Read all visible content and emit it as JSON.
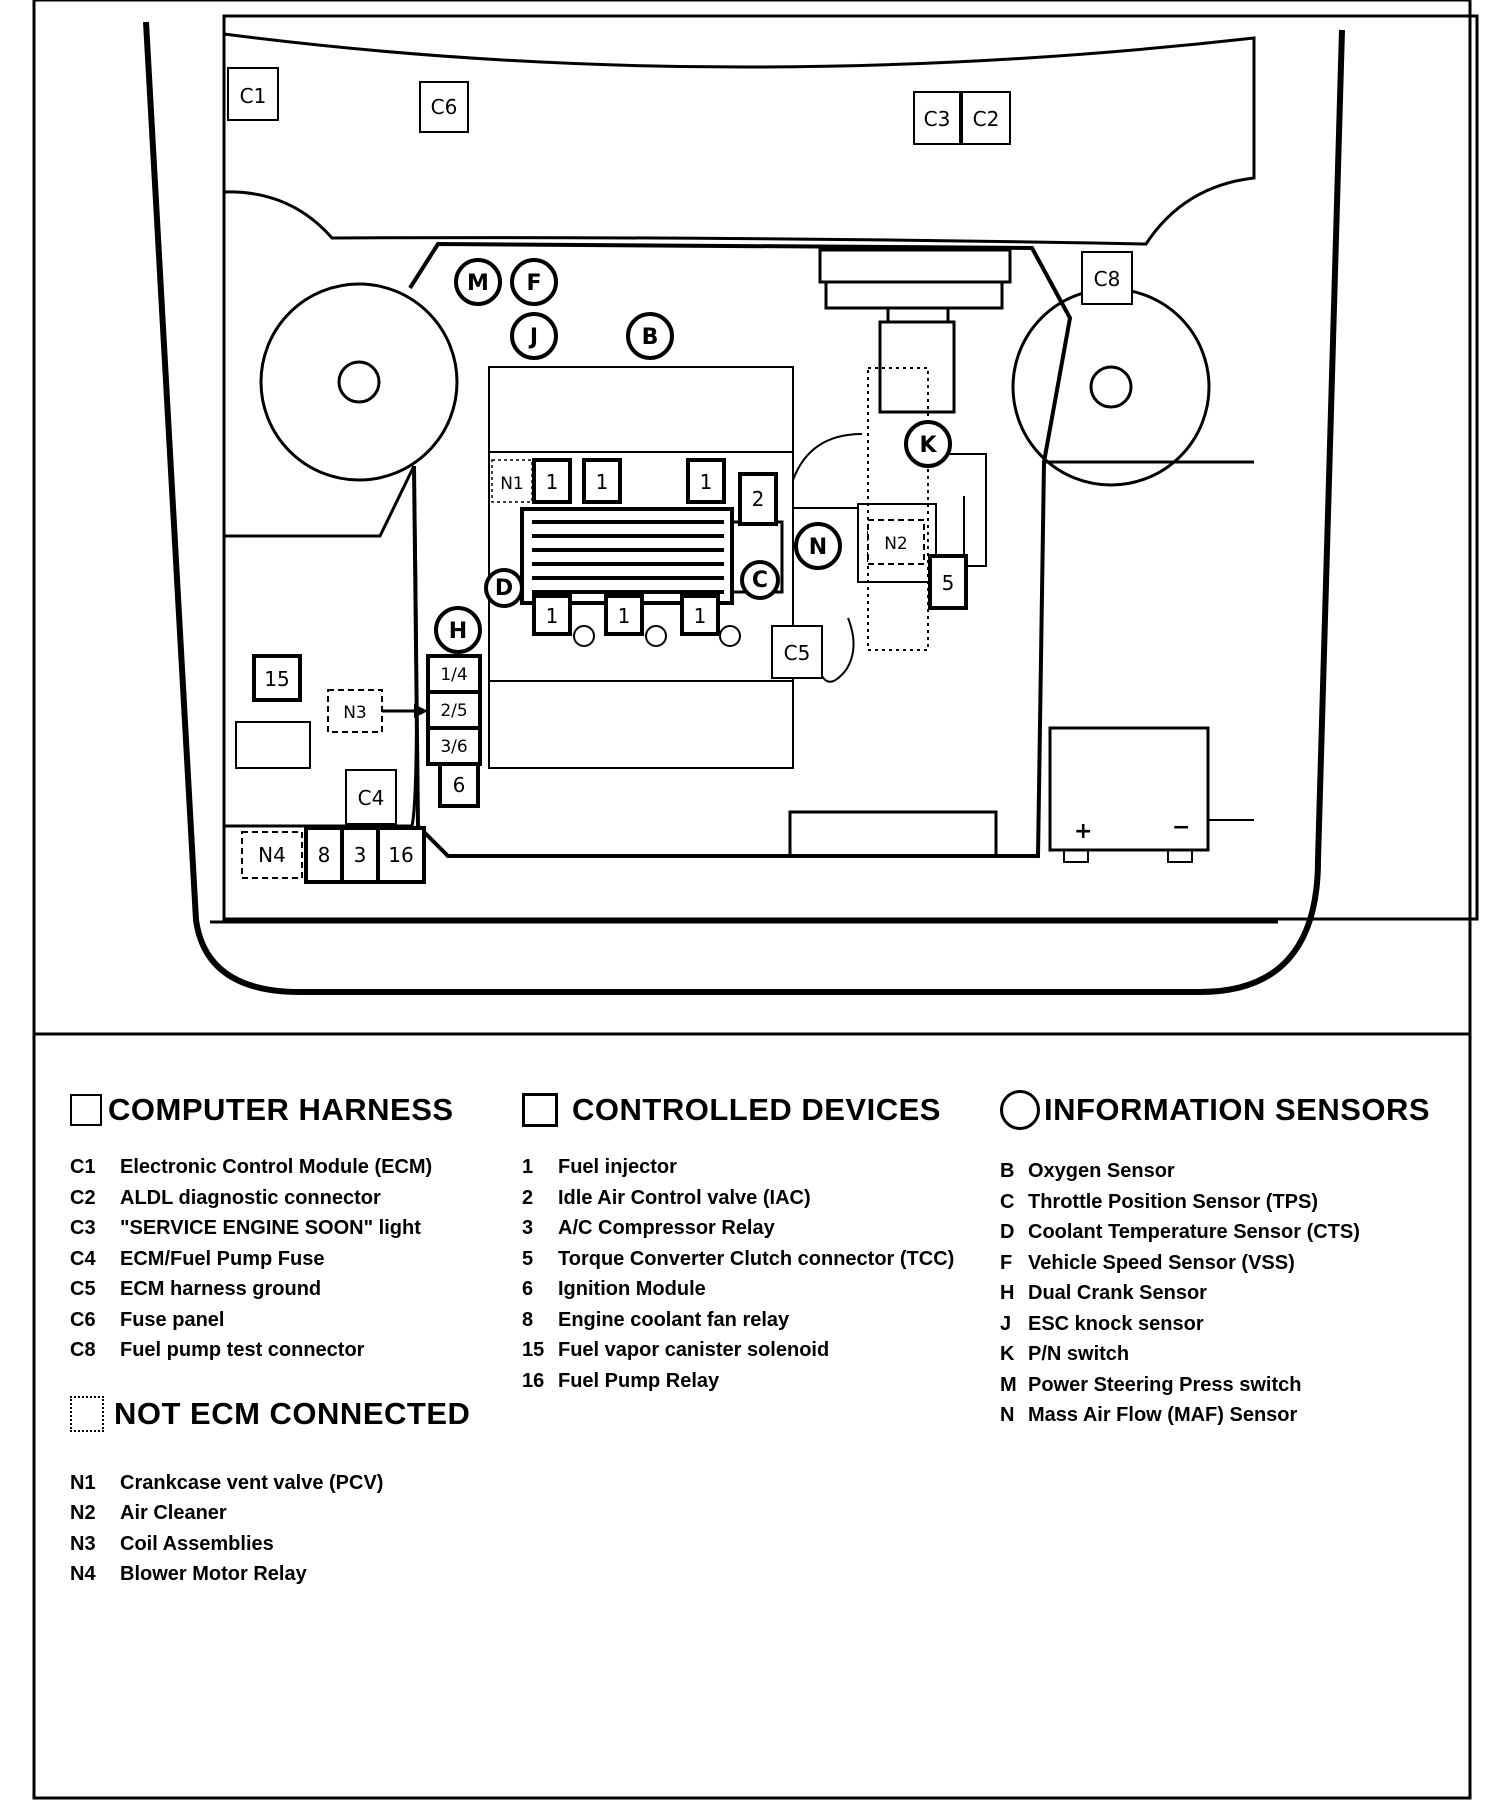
{
  "diagram": {
    "computer_harness_labels": [
      "C1",
      "C6",
      "C3",
      "C2",
      "C8",
      "C5",
      "C4"
    ],
    "controlled_device_labels": [
      "1",
      "2",
      "3",
      "5",
      "6",
      "8",
      "15",
      "16",
      "1/4",
      "2/5",
      "3/6"
    ],
    "sensor_labels": [
      "M",
      "F",
      "J",
      "B",
      "K",
      "N",
      "C",
      "D",
      "H"
    ],
    "not_ecm_labels": [
      "N1",
      "N2",
      "N3",
      "N4"
    ],
    "battery_terminals": [
      "+",
      "−"
    ]
  },
  "legend": {
    "computer_harness": {
      "title": "COMPUTER HARNESS",
      "items": [
        {
          "code": "C1",
          "desc": "Electronic Control Module (ECM)"
        },
        {
          "code": "C2",
          "desc": "ALDL diagnostic connector"
        },
        {
          "code": "C3",
          "desc": "\"SERVICE ENGINE SOON\" light"
        },
        {
          "code": "C4",
          "desc": "ECM/Fuel Pump Fuse"
        },
        {
          "code": "C5",
          "desc": "ECM harness ground"
        },
        {
          "code": "C6",
          "desc": "Fuse panel"
        },
        {
          "code": "C8",
          "desc": "Fuel pump test connector"
        }
      ]
    },
    "not_ecm_connected": {
      "title": "NOT ECM CONNECTED",
      "items": [
        {
          "code": "N1",
          "desc": "Crankcase vent valve (PCV)"
        },
        {
          "code": "N2",
          "desc": "Air Cleaner"
        },
        {
          "code": "N3",
          "desc": "Coil Assemblies"
        },
        {
          "code": "N4",
          "desc": "Blower Motor Relay"
        }
      ]
    },
    "controlled_devices": {
      "title": "CONTROLLED DEVICES",
      "items": [
        {
          "code": "1",
          "desc": "Fuel injector"
        },
        {
          "code": "2",
          "desc": "Idle Air Control valve  (IAC)"
        },
        {
          "code": "3",
          "desc": "A/C Compressor Relay"
        },
        {
          "code": "5",
          "desc": "Torque Converter Clutch connector (TCC)"
        },
        {
          "code": "6",
          "desc": "Ignition Module"
        },
        {
          "code": "8",
          "desc": "Engine coolant fan relay"
        },
        {
          "code": "15",
          "desc": "Fuel vapor canister solenoid"
        },
        {
          "code": "16",
          "desc": "Fuel Pump Relay"
        }
      ]
    },
    "information_sensors": {
      "title": "INFORMATION SENSORS",
      "items": [
        {
          "code": "B",
          "desc": "Oxygen Sensor"
        },
        {
          "code": "C",
          "desc": "Throttle Position  Sensor (TPS)"
        },
        {
          "code": "D",
          "desc": "Coolant Temperature Sensor (CTS)"
        },
        {
          "code": "F",
          "desc": "Vehicle Speed Sensor (VSS)"
        },
        {
          "code": "H",
          "desc": "Dual Crank Sensor"
        },
        {
          "code": "J",
          "desc": "ESC knock sensor"
        },
        {
          "code": "K",
          "desc": "P/N switch"
        },
        {
          "code": "M",
          "desc": "Power Steering Press switch"
        },
        {
          "code": "N",
          "desc": "Mass Air Flow (MAF) Sensor"
        }
      ]
    }
  }
}
